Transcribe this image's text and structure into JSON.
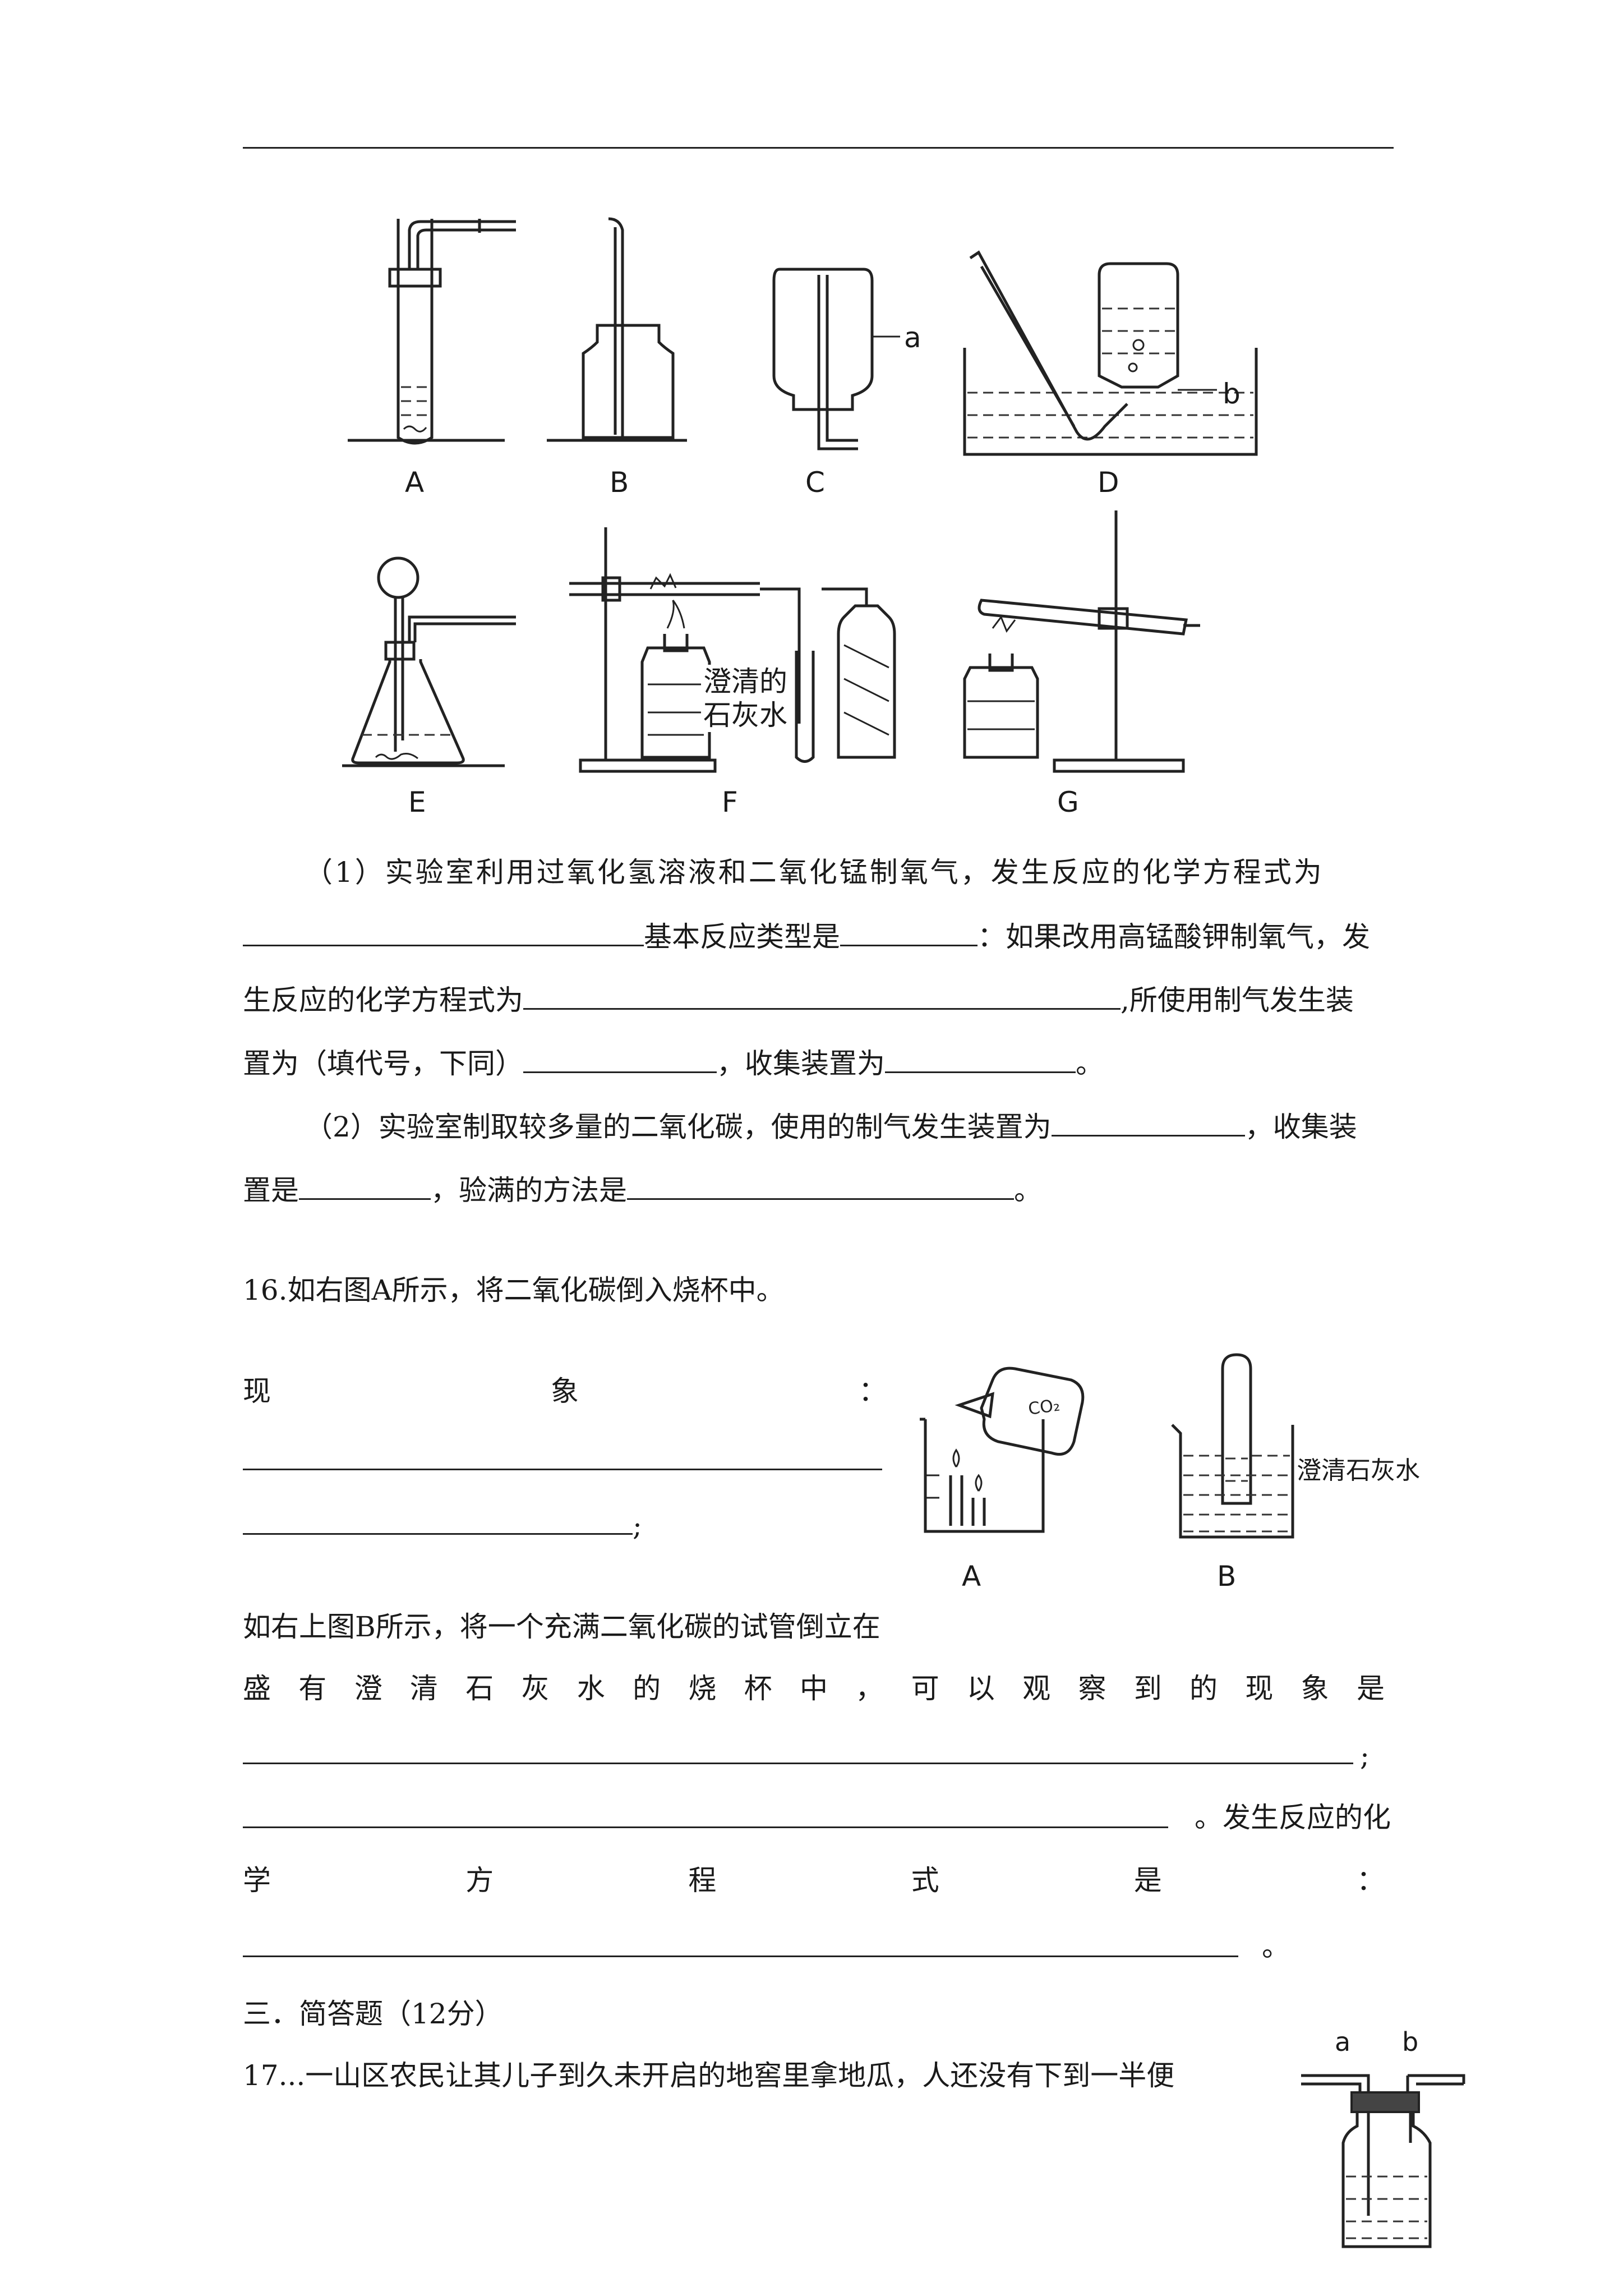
{
  "apparatus": {
    "labels": [
      "A",
      "B",
      "C",
      "D",
      "E",
      "F",
      "G"
    ],
    "pointer_a": "a",
    "pointer_b": "b",
    "limewater_l1": "澄清的",
    "limewater_l2": "石灰水"
  },
  "q15": {
    "p1_line1": "（1）实验室利用过氧化氢溶液和二氧化锰制氧气，发生反应的化学方程式为",
    "p1_line2_mid": "基本反应类型是",
    "p1_line2_end": "：如果改用高锰酸钾制氧气，发",
    "p1_line3_start": "生反应的化学方程式为",
    "p1_line3_end": ",所使用制气发生装",
    "p1_line4_start": "置为（填代号，下同）",
    "p1_line4_mid": "，收集装置为",
    "p1_line4_end": "。",
    "p2_line1_start": "（2）实验室制取较多量的二氧化碳，使用的制气发生装置为",
    "p2_line1_end": "，收集装",
    "p2_line2_start": "置是",
    "p2_line2_mid": "，验满的方法是",
    "p2_line2_end": "。"
  },
  "q16": {
    "intro": "16.如右图A所示，将二氧化碳倒入烧杯中。",
    "phenomenon_chars": [
      "现",
      "象",
      "："
    ],
    "semicolon": ";",
    "fig_a_label": "A",
    "fig_b_label": "B",
    "co2_label": "CO₂",
    "limewater_label": "澄清石灰水",
    "line_b": "如右上图B所示，将一个充满二氧化碳的试管倒立在",
    "line_c_chars": [
      "盛",
      "有",
      "澄",
      "清",
      "石",
      "灰",
      "水",
      "的",
      "烧",
      "杯",
      "中",
      "，",
      "可",
      "以",
      "观",
      "察",
      "到",
      "的",
      "现",
      "象",
      "是"
    ],
    "line_d_end": ";",
    "line_e_end": "。发生反应的化",
    "line_f_chars": [
      "学",
      "方",
      "程",
      "式",
      "是",
      "："
    ],
    "line_g_end": "。"
  },
  "section3": {
    "heading": "三．简答题（12分）",
    "q17": "17...一山区农民让其儿子到久未开启的地窖里拿地瓜，人还没有下到一半便",
    "bottle_a": "a",
    "bottle_b": "b"
  }
}
